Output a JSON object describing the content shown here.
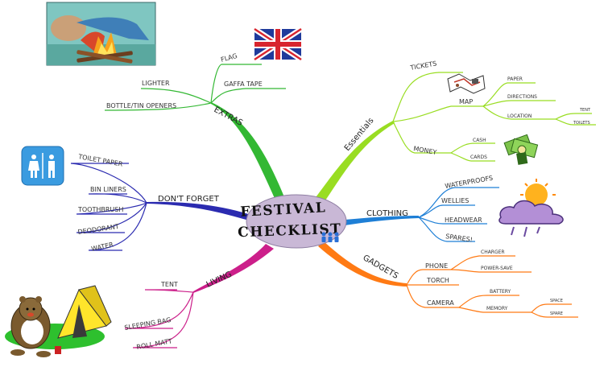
{
  "center": {
    "line1": "FESTIVAL",
    "line2": "CHECKLIST"
  },
  "branches": {
    "extras": {
      "label": "EXTRAS",
      "color": "#33b833",
      "items": [
        "FLAG",
        "GAFFA TAPE",
        "LIGHTER",
        "BOTTLE/TIN OPENERS"
      ]
    },
    "dont_forget": {
      "label": "DON'T FORGET",
      "color": "#2b2bb0",
      "items": [
        "TOILET PAPER",
        "BIN LINERS",
        "TOOTHBRUSH",
        "DEODORANT",
        "WATER"
      ]
    },
    "living": {
      "label": "LIVING",
      "color": "#cc1f8a",
      "items": [
        "TENT",
        "SLEEPING BAG",
        "ROLL MATT"
      ]
    },
    "essentials": {
      "label": "Essentials",
      "color": "#99dd22",
      "tickets": "TICKETS",
      "map": "MAP",
      "map_items": [
        "PAPER",
        "DIRECTIONS",
        "LOCATION"
      ],
      "location_items": [
        "TENT",
        "TOILETS"
      ],
      "money": "MONEY",
      "money_items": [
        "CASH",
        "CARDS"
      ]
    },
    "clothing": {
      "label": "CLOTHING",
      "color": "#1e7fd6",
      "items": [
        "WATERPROOFS",
        "WELLIES",
        "HEADWEAR",
        "SPARES!"
      ]
    },
    "gadgets": {
      "label": "GADGETS",
      "color": "#ff7a14",
      "phone": "PHONE",
      "phone_items": [
        "CHARGER",
        "POWER-SAVE"
      ],
      "torch": "TORCH",
      "camera": "CAMERA",
      "camera_items": [
        "BATTERY",
        "MEMORY"
      ],
      "memory_items": [
        "SPACE",
        "SPARE"
      ]
    }
  },
  "icons": [
    "campfire-icon",
    "union-flag-icon",
    "toilet-sign-icon",
    "bear-tent-icon",
    "map-icon",
    "money-icon",
    "rain-cloud-icon",
    "people-icon"
  ]
}
